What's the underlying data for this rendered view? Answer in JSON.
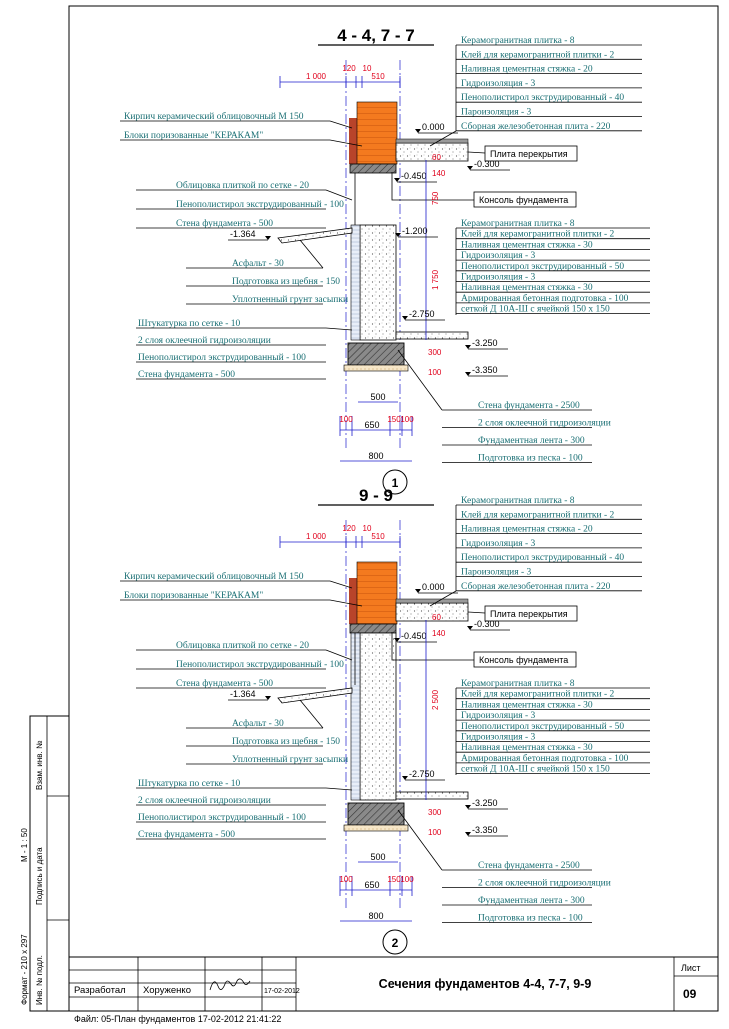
{
  "sheet": {
    "format_label": "Формат - 210 х 297",
    "scale_label": "М - 1 : 50",
    "side_cells": [
      "Взам. инв. №",
      "Подпись и дата",
      "Инв. № подл."
    ],
    "title_block": {
      "developed_label": "Разработал",
      "developer_name": "Хоруженко",
      "date": "17-02-2012",
      "drawing_title": "Сечения фундаментов 4-4, 7-7, 9-9",
      "sheet_label": "Лист",
      "sheet_number": "09"
    },
    "file_line": "Файл: 05-План фундаментов  17-02-2012  21:41:22"
  },
  "sections": [
    {
      "title": "4 - 4, 7 - 7",
      "badge": "1",
      "wall_height_label": "1 750",
      "upper_height_label": "750",
      "lower_levels": [
        "-2.750",
        "-3.250",
        "-3.350"
      ],
      "level_ground": "-1.364",
      "level_ledge": "-1.200",
      "roof_layers": [
        "Керамогранитная плитка - 8",
        "Клей для керамогранитной плитки - 2",
        "Наливная цементная стяжка - 20",
        "Гидроизоляция - 3",
        "Пенополистирол экструдированный - 40",
        "Пароизоляция - 3",
        "Сборная железобетонная плита - 220"
      ],
      "floor_layers": [
        "Керамогранитная плитка - 8",
        "Клей для керамогранитной плитки - 2",
        "Наливная цементная стяжка - 30",
        "Гидроизоляция - 3",
        "Пенополистирол экструдированный - 50",
        "Гидроизоляция - 3",
        "Наливная цементная стяжка - 30",
        "Армированная бетонная подготовка - 100",
        "сеткой Д 10А-Ш с ячейкой 150 х 150"
      ],
      "wall_labels": [
        "Кирпич керамический облицовочный М 150",
        "Блоки поризованные \"КЕРАКАМ\""
      ],
      "facing_labels": [
        "Облицовка плиткой по сетке - 20",
        "Пенополистирол экструдированный - 100",
        "Стена фундамента - 500"
      ],
      "ground_labels": [
        "Асфальт - 30",
        "Подготовка из щебня - 150",
        "Уплотненный грунт засыпки"
      ],
      "base_labels": [
        "Штукатурка по сетке - 10",
        "2 слоя оклеечной гидроизоляции",
        "Пенополистирол экструдированный - 100",
        "Стена фундамента - 500"
      ],
      "footing_labels": [
        "Стена фундамента - 2500",
        "2 слоя оклеечной гидроизоляции",
        "Фундаментная лента - 300",
        "Подготовка из песка - 100"
      ]
    },
    {
      "title": "9 - 9",
      "badge": "2",
      "wall_height_label": "2 500",
      "upper_height_label": "",
      "lower_levels": [
        "-2.750",
        "-3.250",
        "-3.350"
      ],
      "level_ground": "-1.364",
      "level_ledge": "",
      "roof_layers": [
        "Керамогранитная плитка - 8",
        "Клей для керамогранитной плитки - 2",
        "Наливная цементная стяжка - 20",
        "Гидроизоляция - 3",
        "Пенополистирол экструдированный - 40",
        "Пароизоляция - 3",
        "Сборная железобетонная плита - 220"
      ],
      "floor_layers": [
        "Керамогранитная плитка - 8",
        "Клей для керамогранитной плитки - 2",
        "Наливная цементная стяжка - 30",
        "Гидроизоляция - 3",
        "Пенополистирол экструдированный - 50",
        "Гидроизоляция - 3",
        "Наливная цементная стяжка - 30",
        "Армированная бетонная подготовка - 100",
        "сеткой Д 10А-Ш с ячейкой 150 х 150"
      ],
      "wall_labels": [
        "Кирпич керамический облицовочный М 150",
        "Блоки поризованные \"КЕРАКАМ\""
      ],
      "facing_labels": [
        "Облицовка плиткой по сетке - 20",
        "Пенополистирол экструдированный - 100",
        "Стена фундамента - 500"
      ],
      "ground_labels": [
        "Асфальт - 30",
        "Подготовка из щебня - 150",
        "Уплотненный грунт засыпки"
      ],
      "base_labels": [
        "Штукатурка по сетке - 10",
        "2 слоя оклеечной гидроизоляции",
        "Пенополистирол экструдированный - 100",
        "Стена фундамента - 500"
      ],
      "footing_labels": [
        "Стена фундамента - 2500",
        "2 слоя оклеечной гидроизоляции",
        "Фундаментная лента - 300",
        "Подготовка из песка - 100"
      ]
    }
  ],
  "common": {
    "slab_label": "Плита перекрытия",
    "console_label": "Консоль фундамента",
    "level_zero": "0.000",
    "level_minus_300": "-0.300",
    "level_minus_450": "-0.450",
    "dim_top": [
      "1 000",
      "120",
      "10",
      "510"
    ],
    "dim_bottom_500": "500",
    "dim_bottom_row": [
      "100",
      "650",
      "150",
      "100"
    ],
    "dim_bottom_800": "800",
    "dim_vertical_small": [
      "140",
      "60"
    ],
    "dim_vertical_base": [
      "100",
      "300"
    ]
  },
  "colors": {
    "brick": "#f47a1f",
    "brick_face": "#b8442a",
    "dim_blue": "#1d1dcc",
    "label_teal": "#1a6f74",
    "dim_red": "#e0001b"
  }
}
